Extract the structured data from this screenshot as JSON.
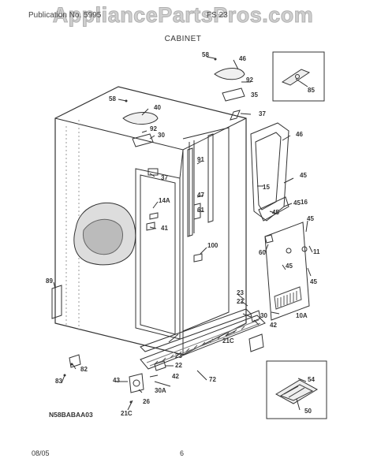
{
  "watermark": "AppliancePartsPros.com",
  "header": {
    "left": "Publication No. 5995",
    "right": "FS 23",
    "section": "CABINET"
  },
  "diagram_code": "N58BABAA03",
  "footer": {
    "date": "08/05",
    "page": "6"
  },
  "parts": [
    {
      "id": "58a",
      "label": "58"
    },
    {
      "id": "46a",
      "label": "46"
    },
    {
      "id": "92a",
      "label": "92"
    },
    {
      "id": "35",
      "label": "35"
    },
    {
      "id": "85",
      "label": "85"
    },
    {
      "id": "37a",
      "label": "37"
    },
    {
      "id": "58b",
      "label": "58"
    },
    {
      "id": "40",
      "label": "40"
    },
    {
      "id": "92b",
      "label": "92"
    },
    {
      "id": "30a",
      "label": "30"
    },
    {
      "id": "46b",
      "label": "46"
    },
    {
      "id": "45a",
      "label": "45"
    },
    {
      "id": "15",
      "label": "15"
    },
    {
      "id": "91",
      "label": "91"
    },
    {
      "id": "47",
      "label": "47"
    },
    {
      "id": "37b",
      "label": "37"
    },
    {
      "id": "14a",
      "label": "14A"
    },
    {
      "id": "45b",
      "label": "45"
    },
    {
      "id": "16",
      "label": "16"
    },
    {
      "id": "45c",
      "label": "45"
    },
    {
      "id": "61",
      "label": "61"
    },
    {
      "id": "41",
      "label": "41"
    },
    {
      "id": "45d",
      "label": "45"
    },
    {
      "id": "100",
      "label": "100"
    },
    {
      "id": "60",
      "label": "60"
    },
    {
      "id": "11",
      "label": "11"
    },
    {
      "id": "45e",
      "label": "45"
    },
    {
      "id": "45f",
      "label": "45"
    },
    {
      "id": "89",
      "label": "89"
    },
    {
      "id": "23a",
      "label": "23"
    },
    {
      "id": "22a",
      "label": "22"
    },
    {
      "id": "30b",
      "label": "30"
    },
    {
      "id": "10a",
      "label": "10A"
    },
    {
      "id": "42a",
      "label": "42"
    },
    {
      "id": "21c_a",
      "label": "21C"
    },
    {
      "id": "23b",
      "label": "23"
    },
    {
      "id": "22b",
      "label": "22"
    },
    {
      "id": "82",
      "label": "82"
    },
    {
      "id": "83",
      "label": "83"
    },
    {
      "id": "43",
      "label": "43"
    },
    {
      "id": "42b",
      "label": "42"
    },
    {
      "id": "72",
      "label": "72"
    },
    {
      "id": "30a_b",
      "label": "30A"
    },
    {
      "id": "26",
      "label": "26"
    },
    {
      "id": "21c_b",
      "label": "21C"
    },
    {
      "id": "54",
      "label": "54"
    },
    {
      "id": "50",
      "label": "50"
    }
  ]
}
